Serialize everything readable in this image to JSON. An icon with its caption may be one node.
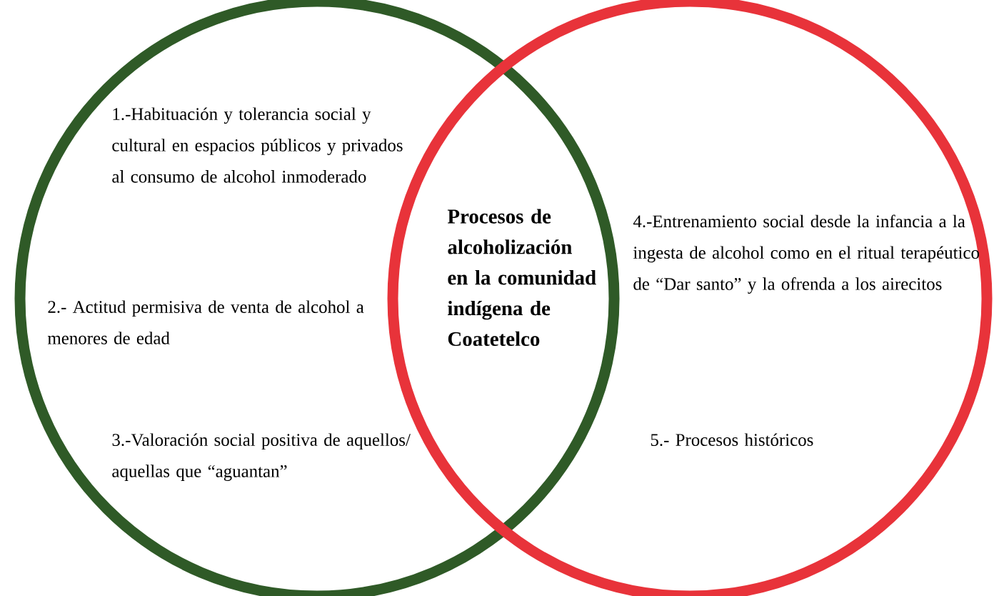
{
  "diagram": {
    "nodes": [
      {
        "text": [
          "1.-Habituación y tolerancia social y cultural en espacios públicos y privados al consumo de alcohol inmoderado",
          "2.- Actitud permisiva de venta de alcohol a menores de edad",
          "3.-Valoración social positiva de aquellos/ aquellas que “aguantan”"
        ]
      },
      {
        "text": [
          "4.-Entrenamiento social desde la infancia a la ingesta de alcohol como en el ritual terapéutico de “Dar santo” y la ofrenda a los airecitos",
          "5.- Procesos históricos"
        ]
      }
    ],
    "labels": [
      "Procesos de alcoholización en la comunidad indígena de Coatetelco"
    ]
  }
}
